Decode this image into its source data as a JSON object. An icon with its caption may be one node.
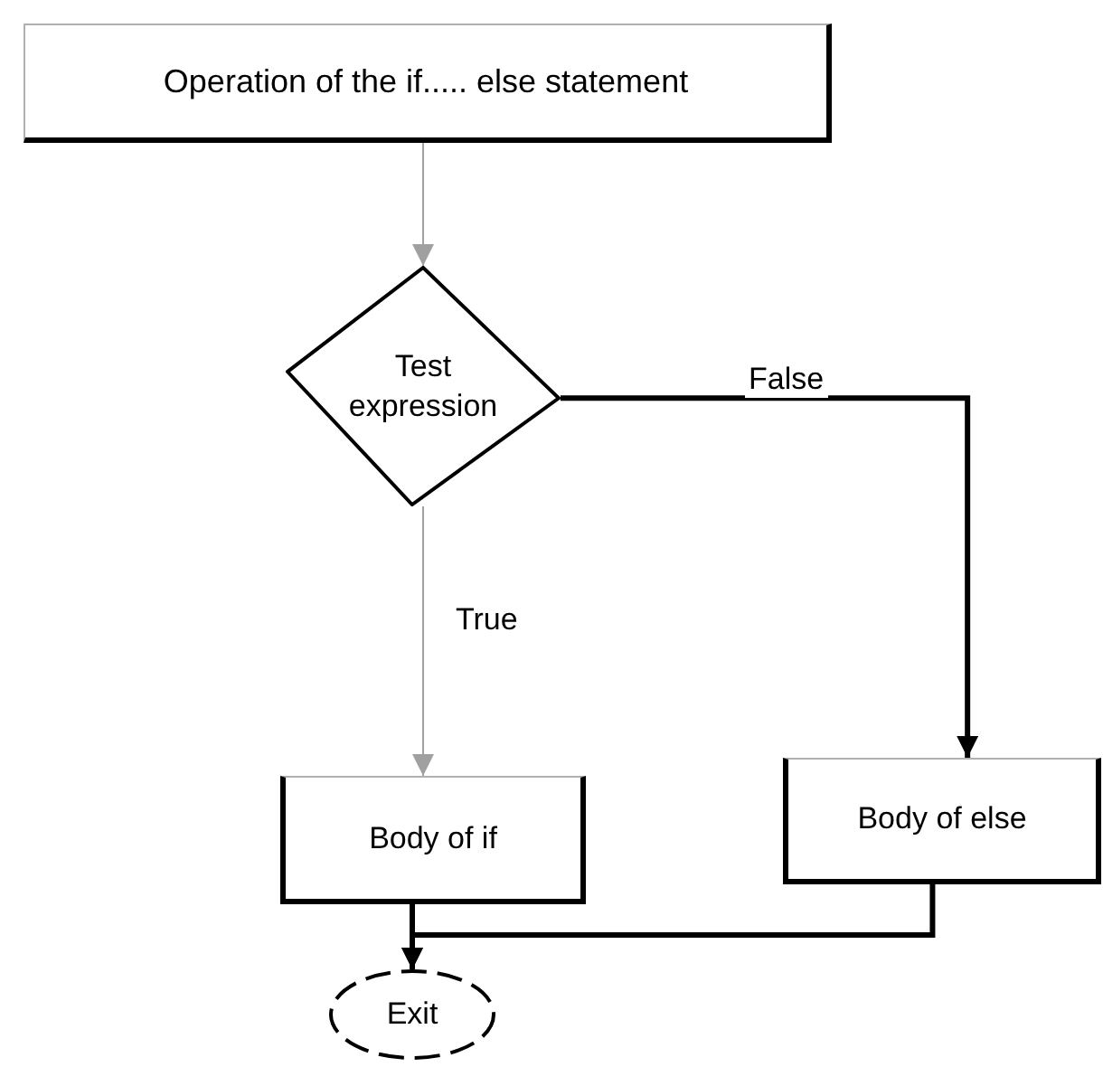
{
  "diagram": {
    "nodes": [
      {
        "text": [
          "Operation of the if..... else statement"
        ]
      },
      {
        "text": [
          "Test expression"
        ]
      },
      {
        "text": [
          "Body of if"
        ]
      },
      {
        "text": [
          "Body of else"
        ]
      },
      {
        "text": [
          "Exit"
        ]
      }
    ],
    "edges": [
      {
        "from": 0,
        "to": 1,
        "arrow": "to",
        "color": "#a0a0a0"
      },
      {
        "from": 1,
        "to": 3,
        "arrow": "to",
        "label": "False"
      },
      {
        "from": 1,
        "to": 2,
        "arrow": "to",
        "label": "True",
        "color": "#a0a0a0"
      },
      {
        "from": 2,
        "to": 4,
        "arrow": "to"
      },
      {
        "from": 3,
        "to": 4,
        "arrow": "to"
      }
    ]
  }
}
